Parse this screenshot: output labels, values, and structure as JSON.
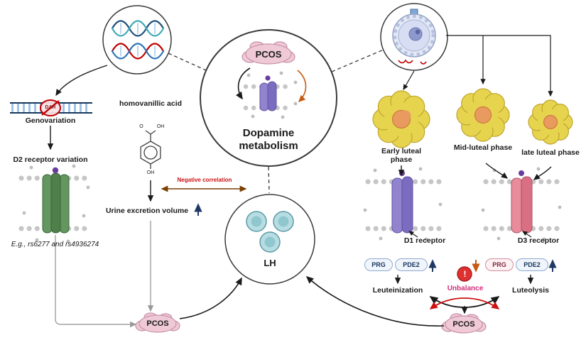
{
  "colors": {
    "pink_blob": "#efc9d6",
    "navy_arrow": "#1f3864",
    "orange_arrow": "#c55a11",
    "brown_arrow": "#7b3f00",
    "red": "#cc1111",
    "magenta": "#cf2f7b",
    "teal_cell": "#8fc7cf",
    "follicle_yellow": "#e7d44e",
    "purple_receptor": "#8f7fd0",
    "green_receptor": "#5a8f5a",
    "pink_receptor": "#e58797"
  },
  "center": {
    "pcos": "PCOS",
    "title": "Dopamine metabolism"
  },
  "lh": {
    "label": "LH"
  },
  "left": {
    "dar": "DAR",
    "genovariation": "Genovariation",
    "d2_variation": "D2 receptor variation",
    "snp_example": "E.g., rs6277 and rs4936274",
    "pcos": "PCOS"
  },
  "middle": {
    "hva": "homovanillic acid",
    "chem_o": "O",
    "chem_oh_top": "OH",
    "chem_oh_bottom": "OH",
    "negative_correlation": "Negative correlation",
    "urine": "Urine excretion volume"
  },
  "right": {
    "early_phase": "Early luteal phase",
    "mid_phase": "Mid-luteal phase",
    "late_phase": "late luteal phase",
    "d1_receptor": "D1 receptor",
    "d3_receptor": "D3 receptor",
    "prg_left": "PRG",
    "pde2_left": "PDE2",
    "prg_right": "PRG",
    "pde2_right": "PDE2",
    "leuteinization": "Leuteinization",
    "luteolysis": "Luteolysis",
    "unbalance": "Unbalance",
    "exclamation": "!",
    "pcos": "PCOS"
  }
}
